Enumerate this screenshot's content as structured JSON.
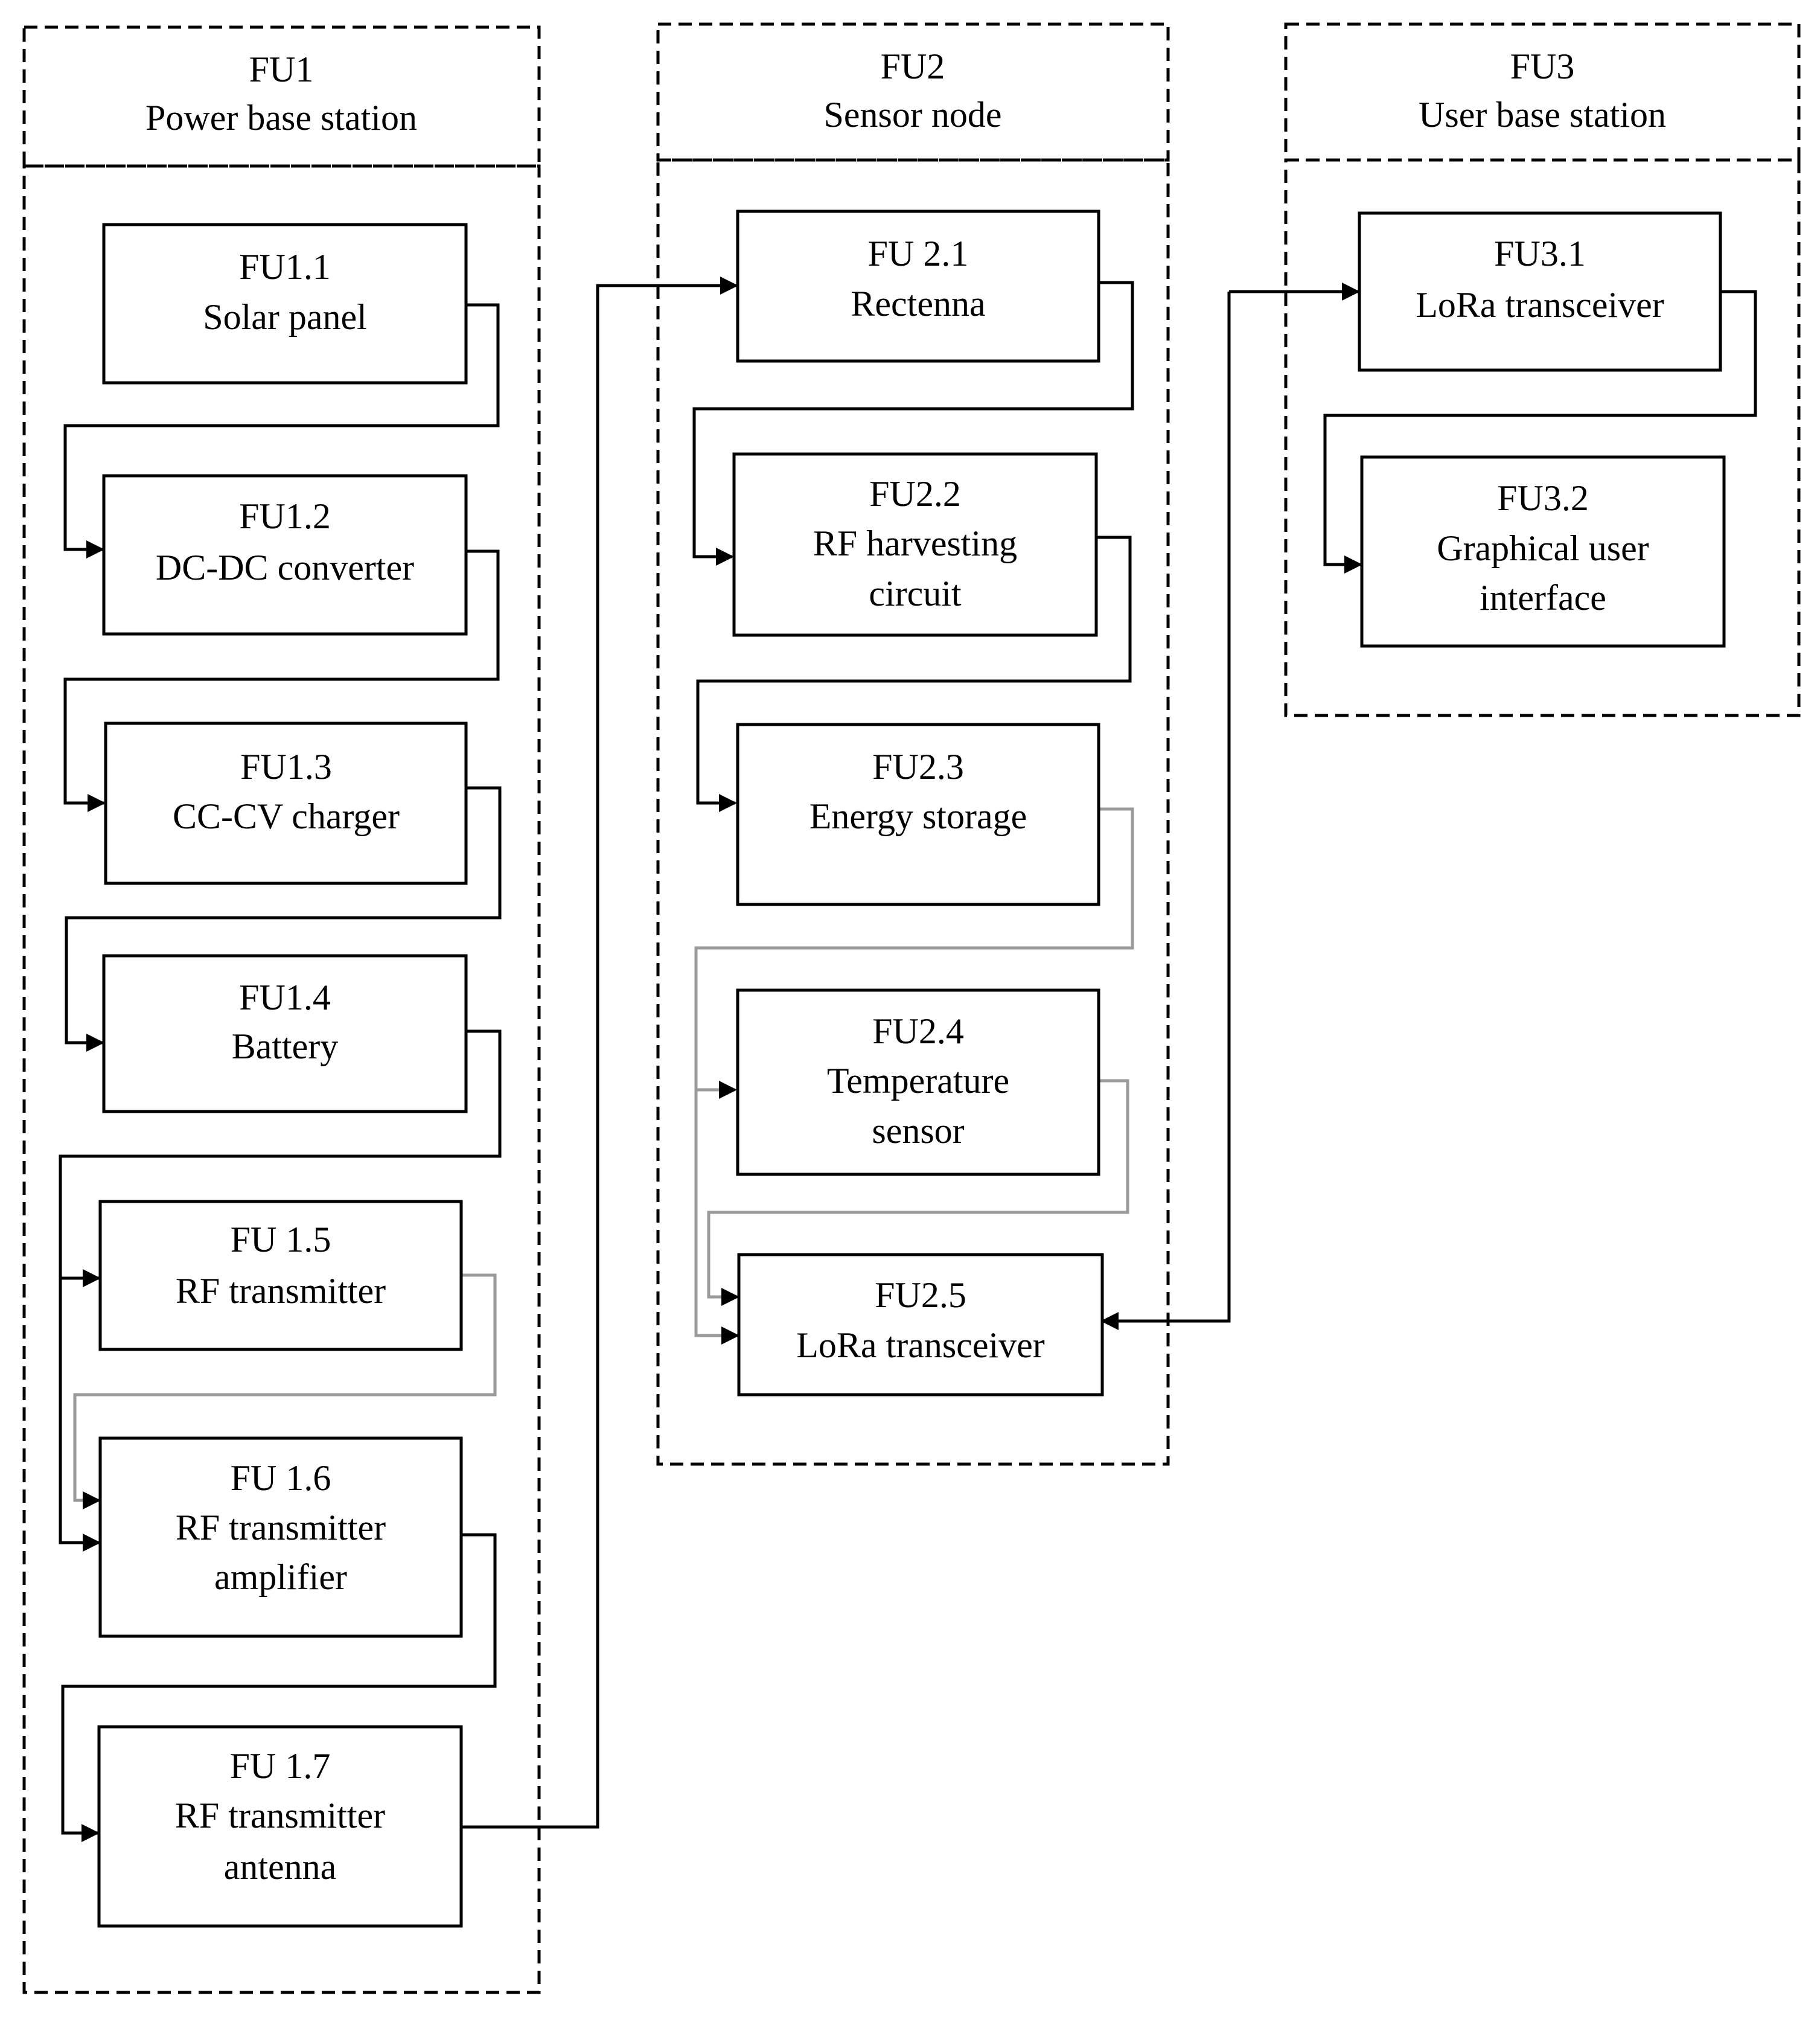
{
  "groups": [
    {
      "id": "fu1",
      "label": "FU1",
      "title": "Power base station"
    },
    {
      "id": "fu2",
      "label": "FU2",
      "title": "Sensor node"
    },
    {
      "id": "fu3",
      "label": "FU3",
      "title": "User base station"
    }
  ],
  "blocks": [
    {
      "id": "fu1-1",
      "lines": [
        "FU1.1",
        "Solar panel"
      ]
    },
    {
      "id": "fu1-2",
      "lines": [
        "FU1.2",
        "DC-DC converter"
      ]
    },
    {
      "id": "fu1-3",
      "lines": [
        "FU1.3",
        "CC-CV charger"
      ]
    },
    {
      "id": "fu1-4",
      "lines": [
        "FU1.4",
        "Battery"
      ]
    },
    {
      "id": "fu1-5",
      "lines": [
        "FU 1.5",
        "RF transmitter"
      ]
    },
    {
      "id": "fu1-6",
      "lines": [
        "FU 1.6",
        "RF transmitter",
        "amplifier"
      ]
    },
    {
      "id": "fu1-7",
      "lines": [
        "FU 1.7",
        "RF transmitter",
        "antenna"
      ]
    },
    {
      "id": "fu2-1",
      "lines": [
        "FU 2.1",
        "Rectenna"
      ]
    },
    {
      "id": "fu2-2",
      "lines": [
        "FU2.2",
        "RF harvesting",
        "circuit"
      ]
    },
    {
      "id": "fu2-3",
      "lines": [
        "FU2.3",
        "Energy storage"
      ]
    },
    {
      "id": "fu2-4",
      "lines": [
        "FU2.4",
        "Temperature",
        "sensor"
      ]
    },
    {
      "id": "fu2-5",
      "lines": [
        "FU2.5",
        "LoRa transceiver"
      ]
    },
    {
      "id": "fu3-1",
      "lines": [
        "FU3.1",
        "LoRa transceiver"
      ]
    },
    {
      "id": "fu3-2",
      "lines": [
        "FU3.2",
        "Graphical user",
        "interface"
      ]
    }
  ],
  "connections": [
    {
      "from": "fu1-1",
      "to": "fu1-2"
    },
    {
      "from": "fu1-2",
      "to": "fu1-3"
    },
    {
      "from": "fu1-3",
      "to": "fu1-4"
    },
    {
      "from": "fu1-4",
      "to": "fu1-5"
    },
    {
      "from": "fu1-4",
      "to": "fu1-6"
    },
    {
      "from": "fu1-5",
      "to": "fu1-6"
    },
    {
      "from": "fu1-6",
      "to": "fu1-7"
    },
    {
      "from": "fu1-7",
      "to": "fu2-1"
    },
    {
      "from": "fu2-1",
      "to": "fu2-2"
    },
    {
      "from": "fu2-2",
      "to": "fu2-3"
    },
    {
      "from": "fu2-3",
      "to": "fu2-4"
    },
    {
      "from": "fu2-3",
      "to": "fu2-5"
    },
    {
      "from": "fu2-4",
      "to": "fu2-5"
    },
    {
      "from": "fu3-1",
      "to": "fu2-5",
      "bidirectional": true
    },
    {
      "from": "fu3-1",
      "to": "fu3-2"
    }
  ],
  "colors": {
    "line": "#000000",
    "secondary_line": "#9a9a9a",
    "background": "#ffffff"
  }
}
